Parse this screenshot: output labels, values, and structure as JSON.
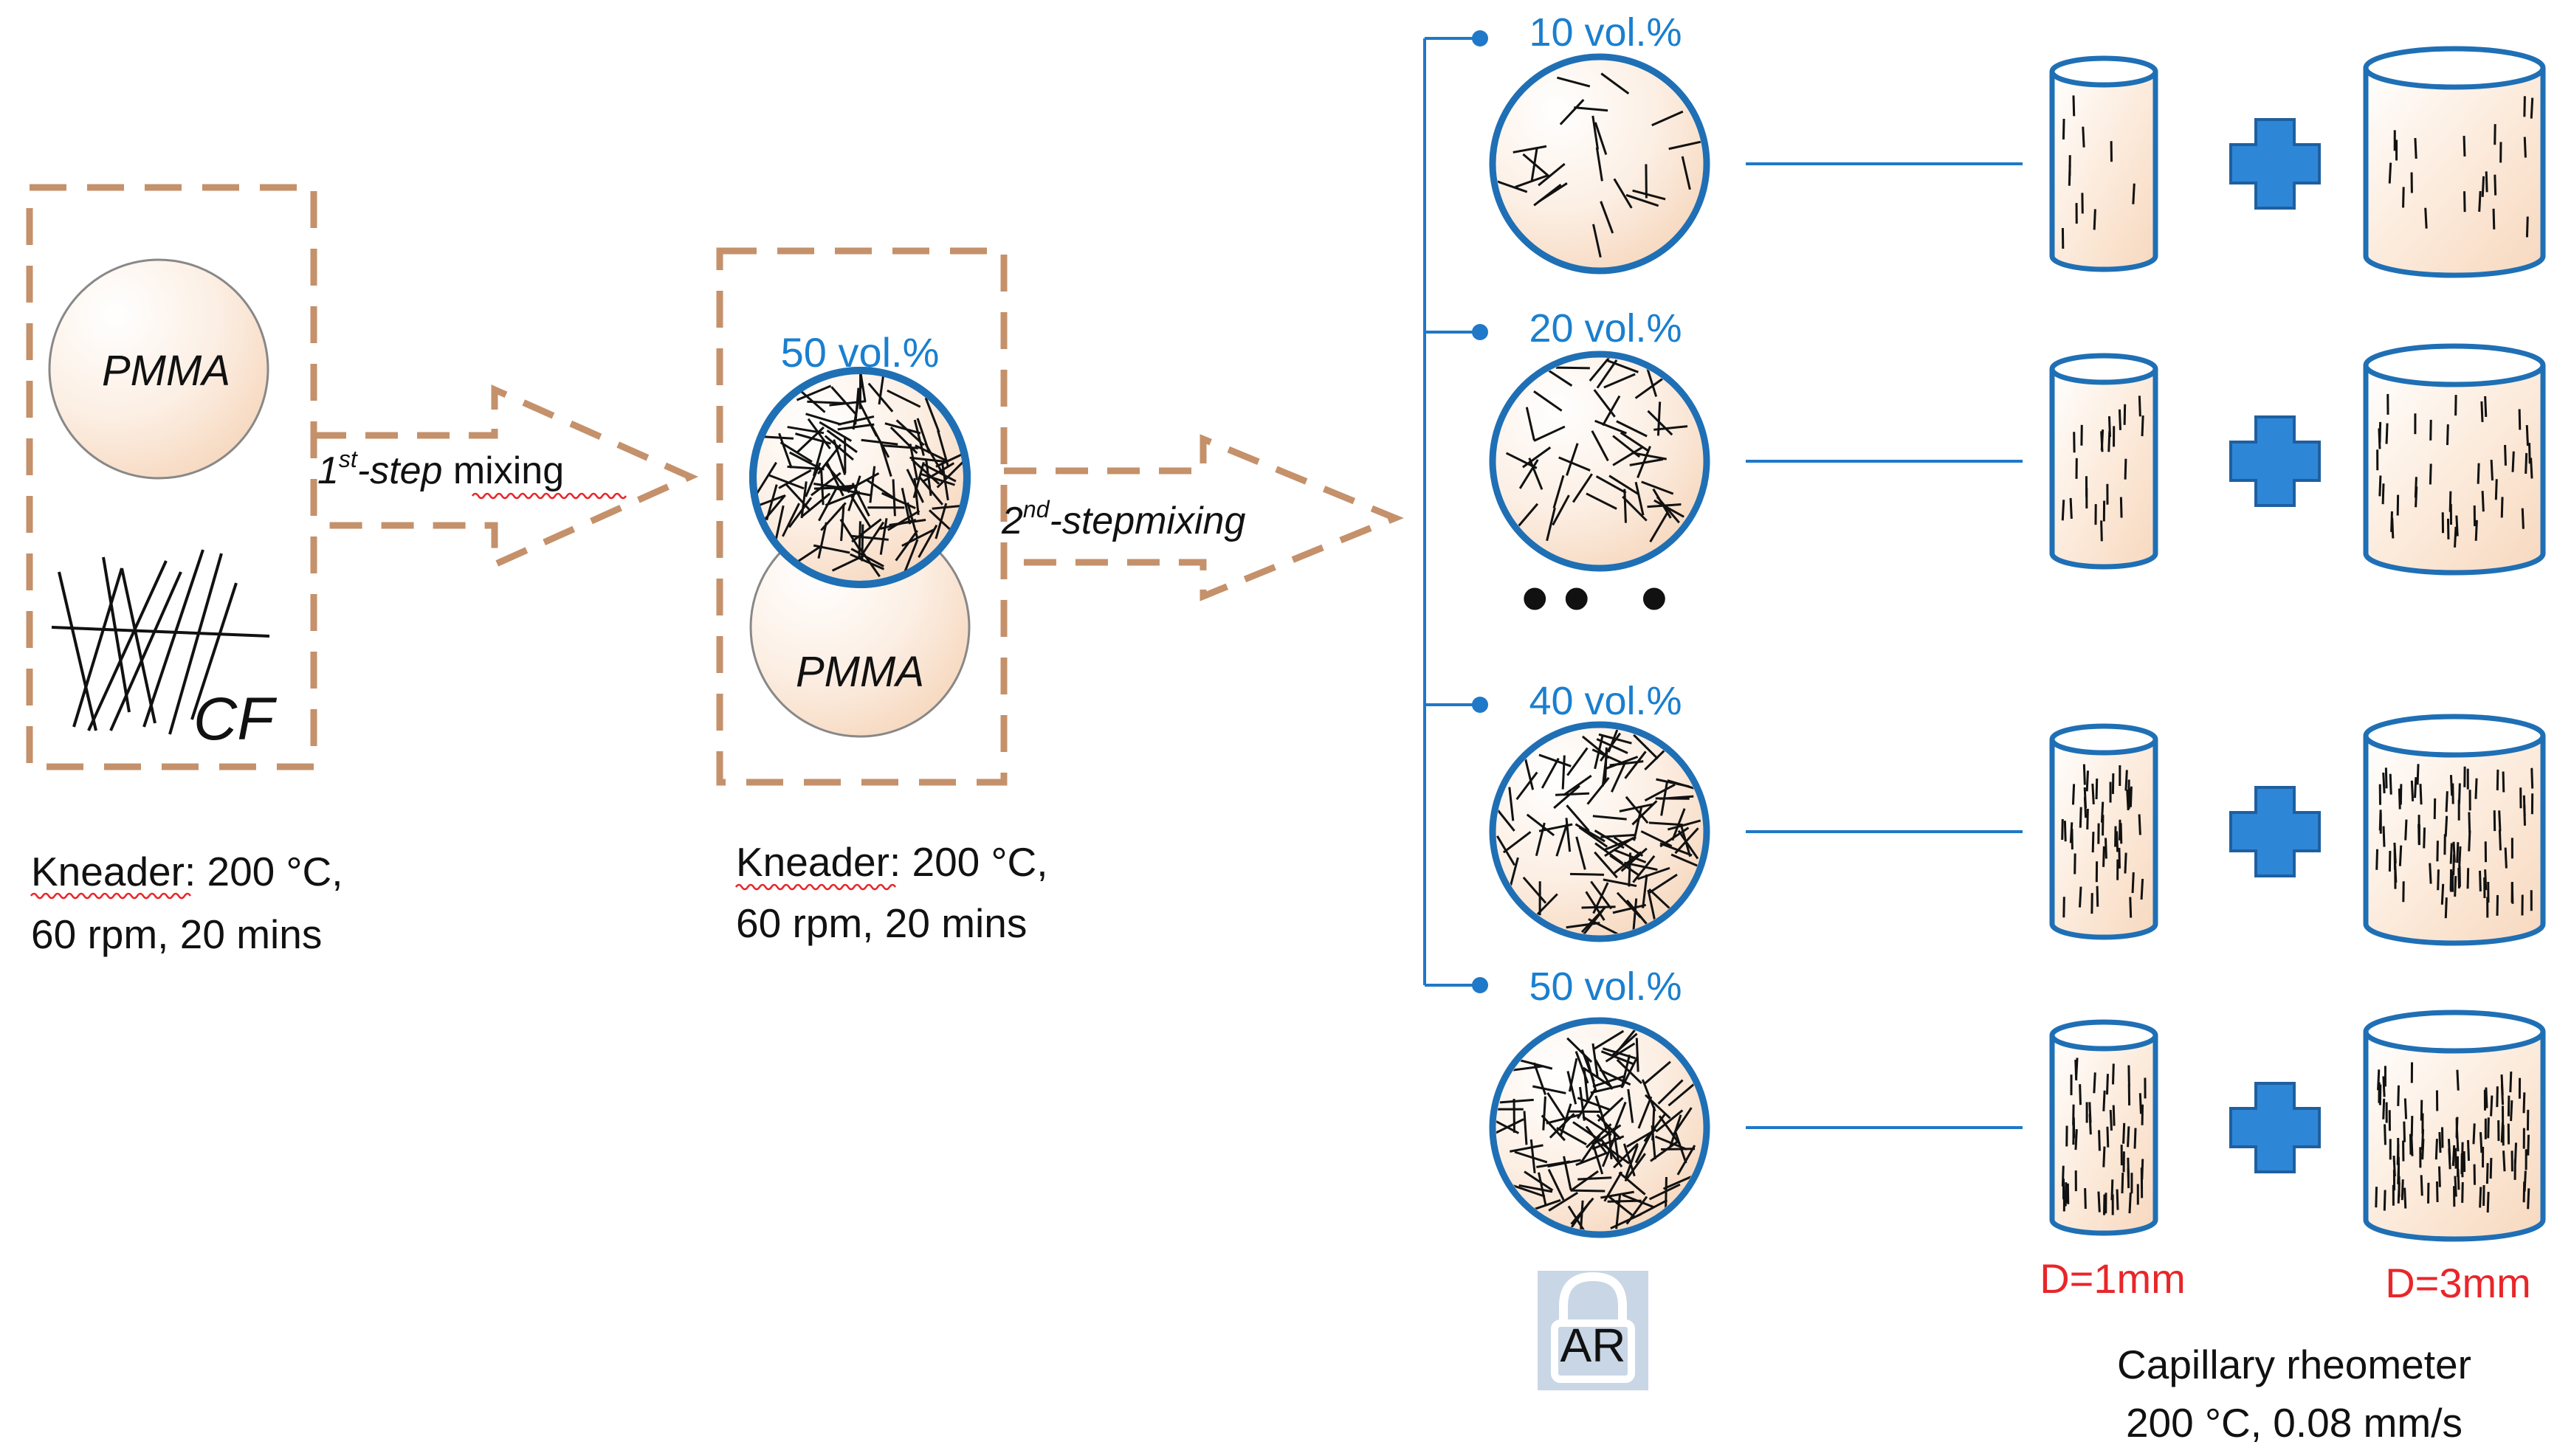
{
  "step1": {
    "polymer_label": "PMMA",
    "fiber_label": "CF",
    "arrow_label_num": "1",
    "arrow_label_sup": "st",
    "arrow_label_italic": "-step",
    "arrow_label_rest": " mixing",
    "conditions_line1": "Kneader: 200 °C,",
    "conditions_line2": "60 rpm, 20 mins"
  },
  "step2": {
    "masterbatch_label": "50 vol.%",
    "polymer_label": "PMMA",
    "arrow_label_num": "2",
    "arrow_label_sup": "nd",
    "arrow_label_italic": "-stepmixing",
    "conditions_line1": "Kneader: 200 °C,",
    "conditions_line2": "60 rpm, 20 mins"
  },
  "concentrations": [
    {
      "label": "10 vol.%",
      "fiber_level": 0.1
    },
    {
      "label": "20 vol.%",
      "fiber_level": 0.2
    },
    {
      "label": "40 vol.%",
      "fiber_level": 0.4
    },
    {
      "label": "50 vol.%",
      "fiber_level": 0.5
    }
  ],
  "ellipsis_label": "•• •",
  "ar_label": "AR",
  "die_small_label": "D=1mm",
  "die_large_label": "D=3mm",
  "rheometer_line1": "Capillary rheometer",
  "rheometer_line2": "200 °C, 0.08 mm/s",
  "colors": {
    "dashed_box": "#c4916b",
    "circle_outline_blue": "#1f6fb5",
    "accent_blue": "#1f78c8",
    "label_blue": "#1a7fcf",
    "die_label_red": "#e8262a",
    "fill_peach_light": "#fdf6f0",
    "fill_peach_dark": "#f8dcc6",
    "fiber": "#111111"
  }
}
